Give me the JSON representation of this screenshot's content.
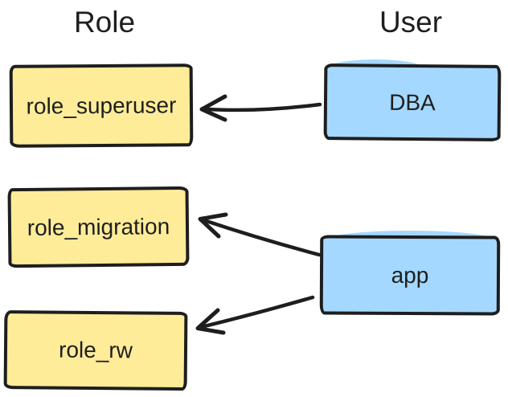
{
  "diagram": {
    "role_column_title": "Role",
    "user_column_title": "User",
    "roles": [
      {
        "label": "role_superuser"
      },
      {
        "label": "role_migration"
      },
      {
        "label": "role_rw"
      }
    ],
    "users": [
      {
        "label": "DBA"
      },
      {
        "label": "app"
      }
    ],
    "edges": [
      {
        "from": "DBA",
        "to": "role_superuser"
      },
      {
        "from": "app",
        "to": "role_migration"
      },
      {
        "from": "app",
        "to": "role_rw"
      }
    ],
    "colors": {
      "role_fill": "#ffec99",
      "user_fill": "#a5d8ff",
      "stroke": "#1e1e1e",
      "background": "#ffffff"
    }
  }
}
